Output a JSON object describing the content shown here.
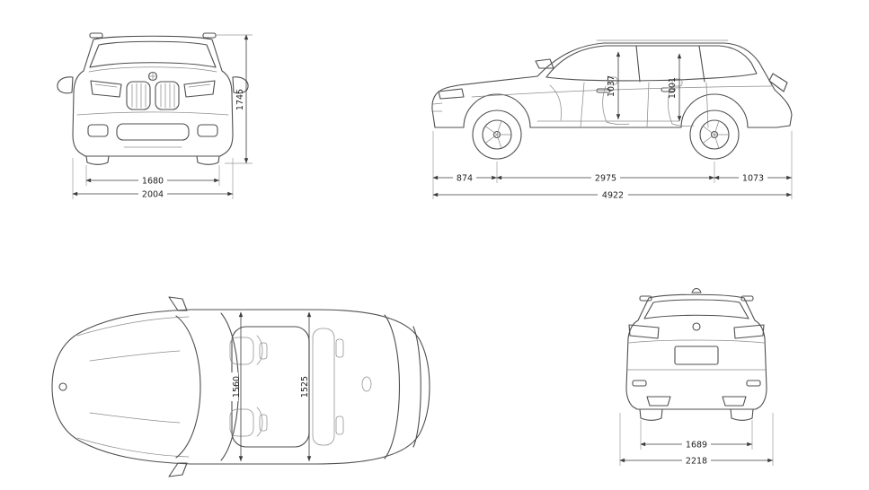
{
  "meta": {
    "background_color": "#ffffff",
    "line_color": "#4f4f4f",
    "dimension_color": "#3c3c3c"
  },
  "views": {
    "front": {
      "label": "front-view",
      "dims": {
        "overall_height": "1745",
        "track_width": "1680",
        "body_width": "2004"
      }
    },
    "side": {
      "label": "side-view",
      "dims": {
        "front_headroom": "1037",
        "rear_headroom": "1001",
        "front_overhang": "874",
        "wheelbase": "2975",
        "rear_overhang": "1073",
        "overall_length": "4922"
      }
    },
    "top": {
      "label": "top-view",
      "dims": {
        "front_interior_width": "1560",
        "rear_interior_width": "1525"
      }
    },
    "rear": {
      "label": "rear-view",
      "dims": {
        "track_width": "1689",
        "overall_width_incl_mirrors": "2218"
      }
    }
  }
}
